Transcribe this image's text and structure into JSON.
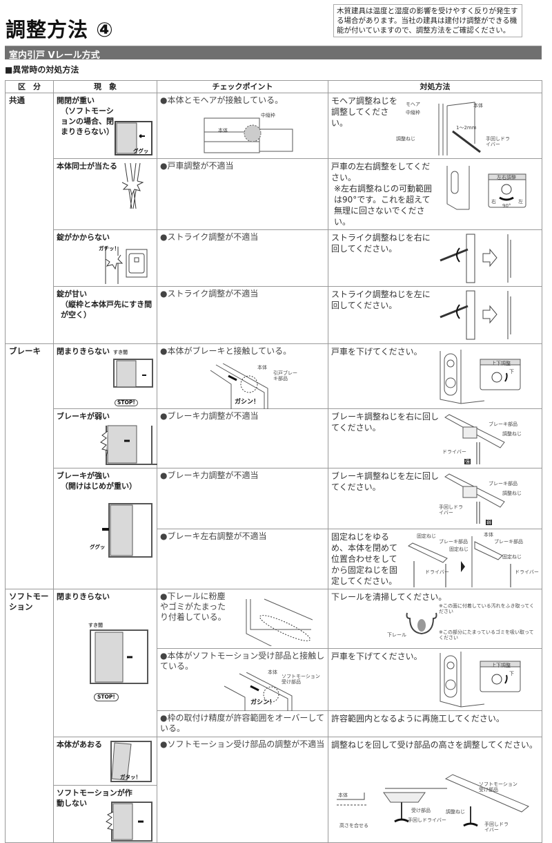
{
  "page": {
    "title": "調整方法 ④",
    "note": "木質建具は温度と湿度の影響を受けやすく反りが発生する場合があります。当社の建具は建付け調整ができる機能が付いていますので、調整方法をご確認ください。",
    "section": "室内引戸 Vレール方式",
    "subsection": "■異常時の対処方法"
  },
  "table": {
    "headers": [
      "区　分",
      "現　象",
      "チェックポイント",
      "対処方法"
    ],
    "categories": [
      "共通",
      "ブレーキ",
      "ソフトモーション"
    ],
    "rows": [
      {
        "phenomenon": "開閉が重い",
        "phenomenon_note": "（ソフトモーションの場合、閉まりきらない）",
        "check": "●本体とモヘアが接触している。",
        "action": "モヘア調整ねじを調整してください。"
      },
      {
        "phenomenon": "本体同士が当たる",
        "check": "●戸車調整が不適当",
        "action": "戸車の左右調整をしてください。",
        "action_note": "※左右調整ねじの可動範囲は90°です。これを超えて無理に回さないでください。"
      },
      {
        "phenomenon": "錠がかからない",
        "check": "●ストライク調整が不適当",
        "action": "ストライク調整ねじを右に回してください。"
      },
      {
        "phenomenon": "錠が甘い",
        "phenomenon_note": "（縦枠と本体戸先にすき間が空く）",
        "check": "●ストライク調整が不適当",
        "action": "ストライク調整ねじを左に回してください。"
      },
      {
        "phenomenon": "閉まりきらない",
        "check": "●本体がブレーキと接触している。",
        "action": "戸車を下げてください。"
      },
      {
        "phenomenon": "ブレーキが弱い",
        "check": "●ブレーキ力調整が不適当",
        "action": "ブレーキ調整ねじを右に回してください。"
      },
      {
        "phenomenon": "ブレーキが強い",
        "phenomenon_note": "（開けはじめが重い）",
        "check": "●ブレーキ力調整が不適当",
        "action": "ブレーキ調整ねじを左に回してください。"
      },
      {
        "check": "●ブレーキ左右調整が不適当",
        "action": "固定ねじをゆるめ、本体を閉めて位置合わせをしてから固定ねじを固定してください。"
      },
      {
        "phenomenon": "閉まりきらない",
        "check": "●下レールに粉塵やゴミがたまったり付着している。",
        "action": "下レールを清掃してください。"
      },
      {
        "check": "●本体がソフトモーション受け部品と接触している。",
        "action": "戸車を下げてください。"
      },
      {
        "check": "●枠の取付け精度が許容範囲をオーバーしている。",
        "action": "許容範囲内となるように再施工してください。"
      },
      {
        "phenomenon": "本体があおる",
        "check": "●ソフトモーション受け部品の調整が不適当",
        "action": "調整ねじを回して受け部品の高さを調整してください。"
      },
      {
        "phenomenon": "ソフトモーションが作動しない"
      }
    ]
  },
  "labels": {
    "gugugu": "ググッ",
    "gachi": "ガチッ！",
    "gashin": "ガシン！",
    "gata": "ガタッ！",
    "stop": "STOP!",
    "sukima": "すき間",
    "hontai": "本体",
    "naka_tatewaku": "中縦枠",
    "mohair": "モヘア",
    "chosei_neji": "調整ねじ",
    "temawashi_driver": "手回しドライバー",
    "driver": "ドライバー",
    "2mm": "1〜2mm",
    "sayu_chosei": "左右調整",
    "migi": "右",
    "hidari": "左",
    "deg90": "90°",
    "joge_chosei": "上下調整",
    "shita": "下",
    "hikido_brake": "引戸ブレーキ部品",
    "brake_buhin": "ブレーキ部品",
    "kotei_neji": "固定ねじ",
    "tsuyo": "強",
    "jaku": "弱",
    "soft_uke": "ソフトモーション受け部品",
    "shita_rail": "下レール",
    "rail_note1": "※この面に付着している汚れをふき取ってください",
    "rail_note2": "※この部分にたまっているゴミを吸い取ってください",
    "uke_buhin": "受け部品",
    "takasa": "高さを合せる"
  },
  "colors": {
    "band": "#707070",
    "door_fill": "#d9d9d9",
    "border": "#999999"
  }
}
